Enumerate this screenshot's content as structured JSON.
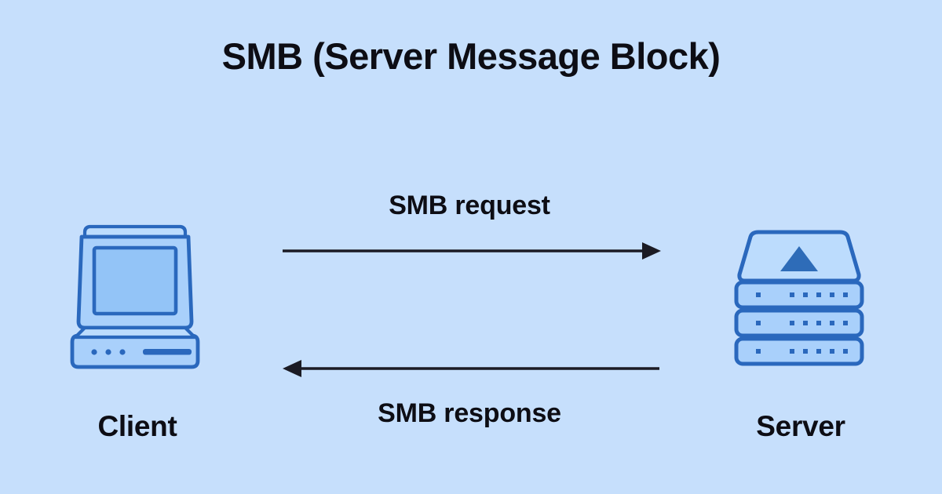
{
  "diagram": {
    "title": "SMB (Server Message Block)",
    "background_color": "#c6dffc",
    "text_color": "#0d0d14",
    "nodes": {
      "client": {
        "label": "Client",
        "icon": "desktop-computer-icon",
        "icon_outline_color": "#2a68bd",
        "icon_fill_color": "#a9d0fb",
        "icon_screen_color": "#93c4f7"
      },
      "server": {
        "label": "Server",
        "icon": "server-rack-icon",
        "icon_outline_color": "#2a68bd",
        "icon_fill_color": "#a9d0fb",
        "icon_accent_color": "#2e6cb8",
        "rack_units": 3,
        "dots_per_unit": 6
      }
    },
    "arrows": [
      {
        "label": "SMB request",
        "direction": "right",
        "from": "client",
        "to": "server",
        "color": "#1b1b24"
      },
      {
        "label": "SMB response",
        "direction": "left",
        "from": "server",
        "to": "client",
        "color": "#1b1b24"
      }
    ]
  }
}
